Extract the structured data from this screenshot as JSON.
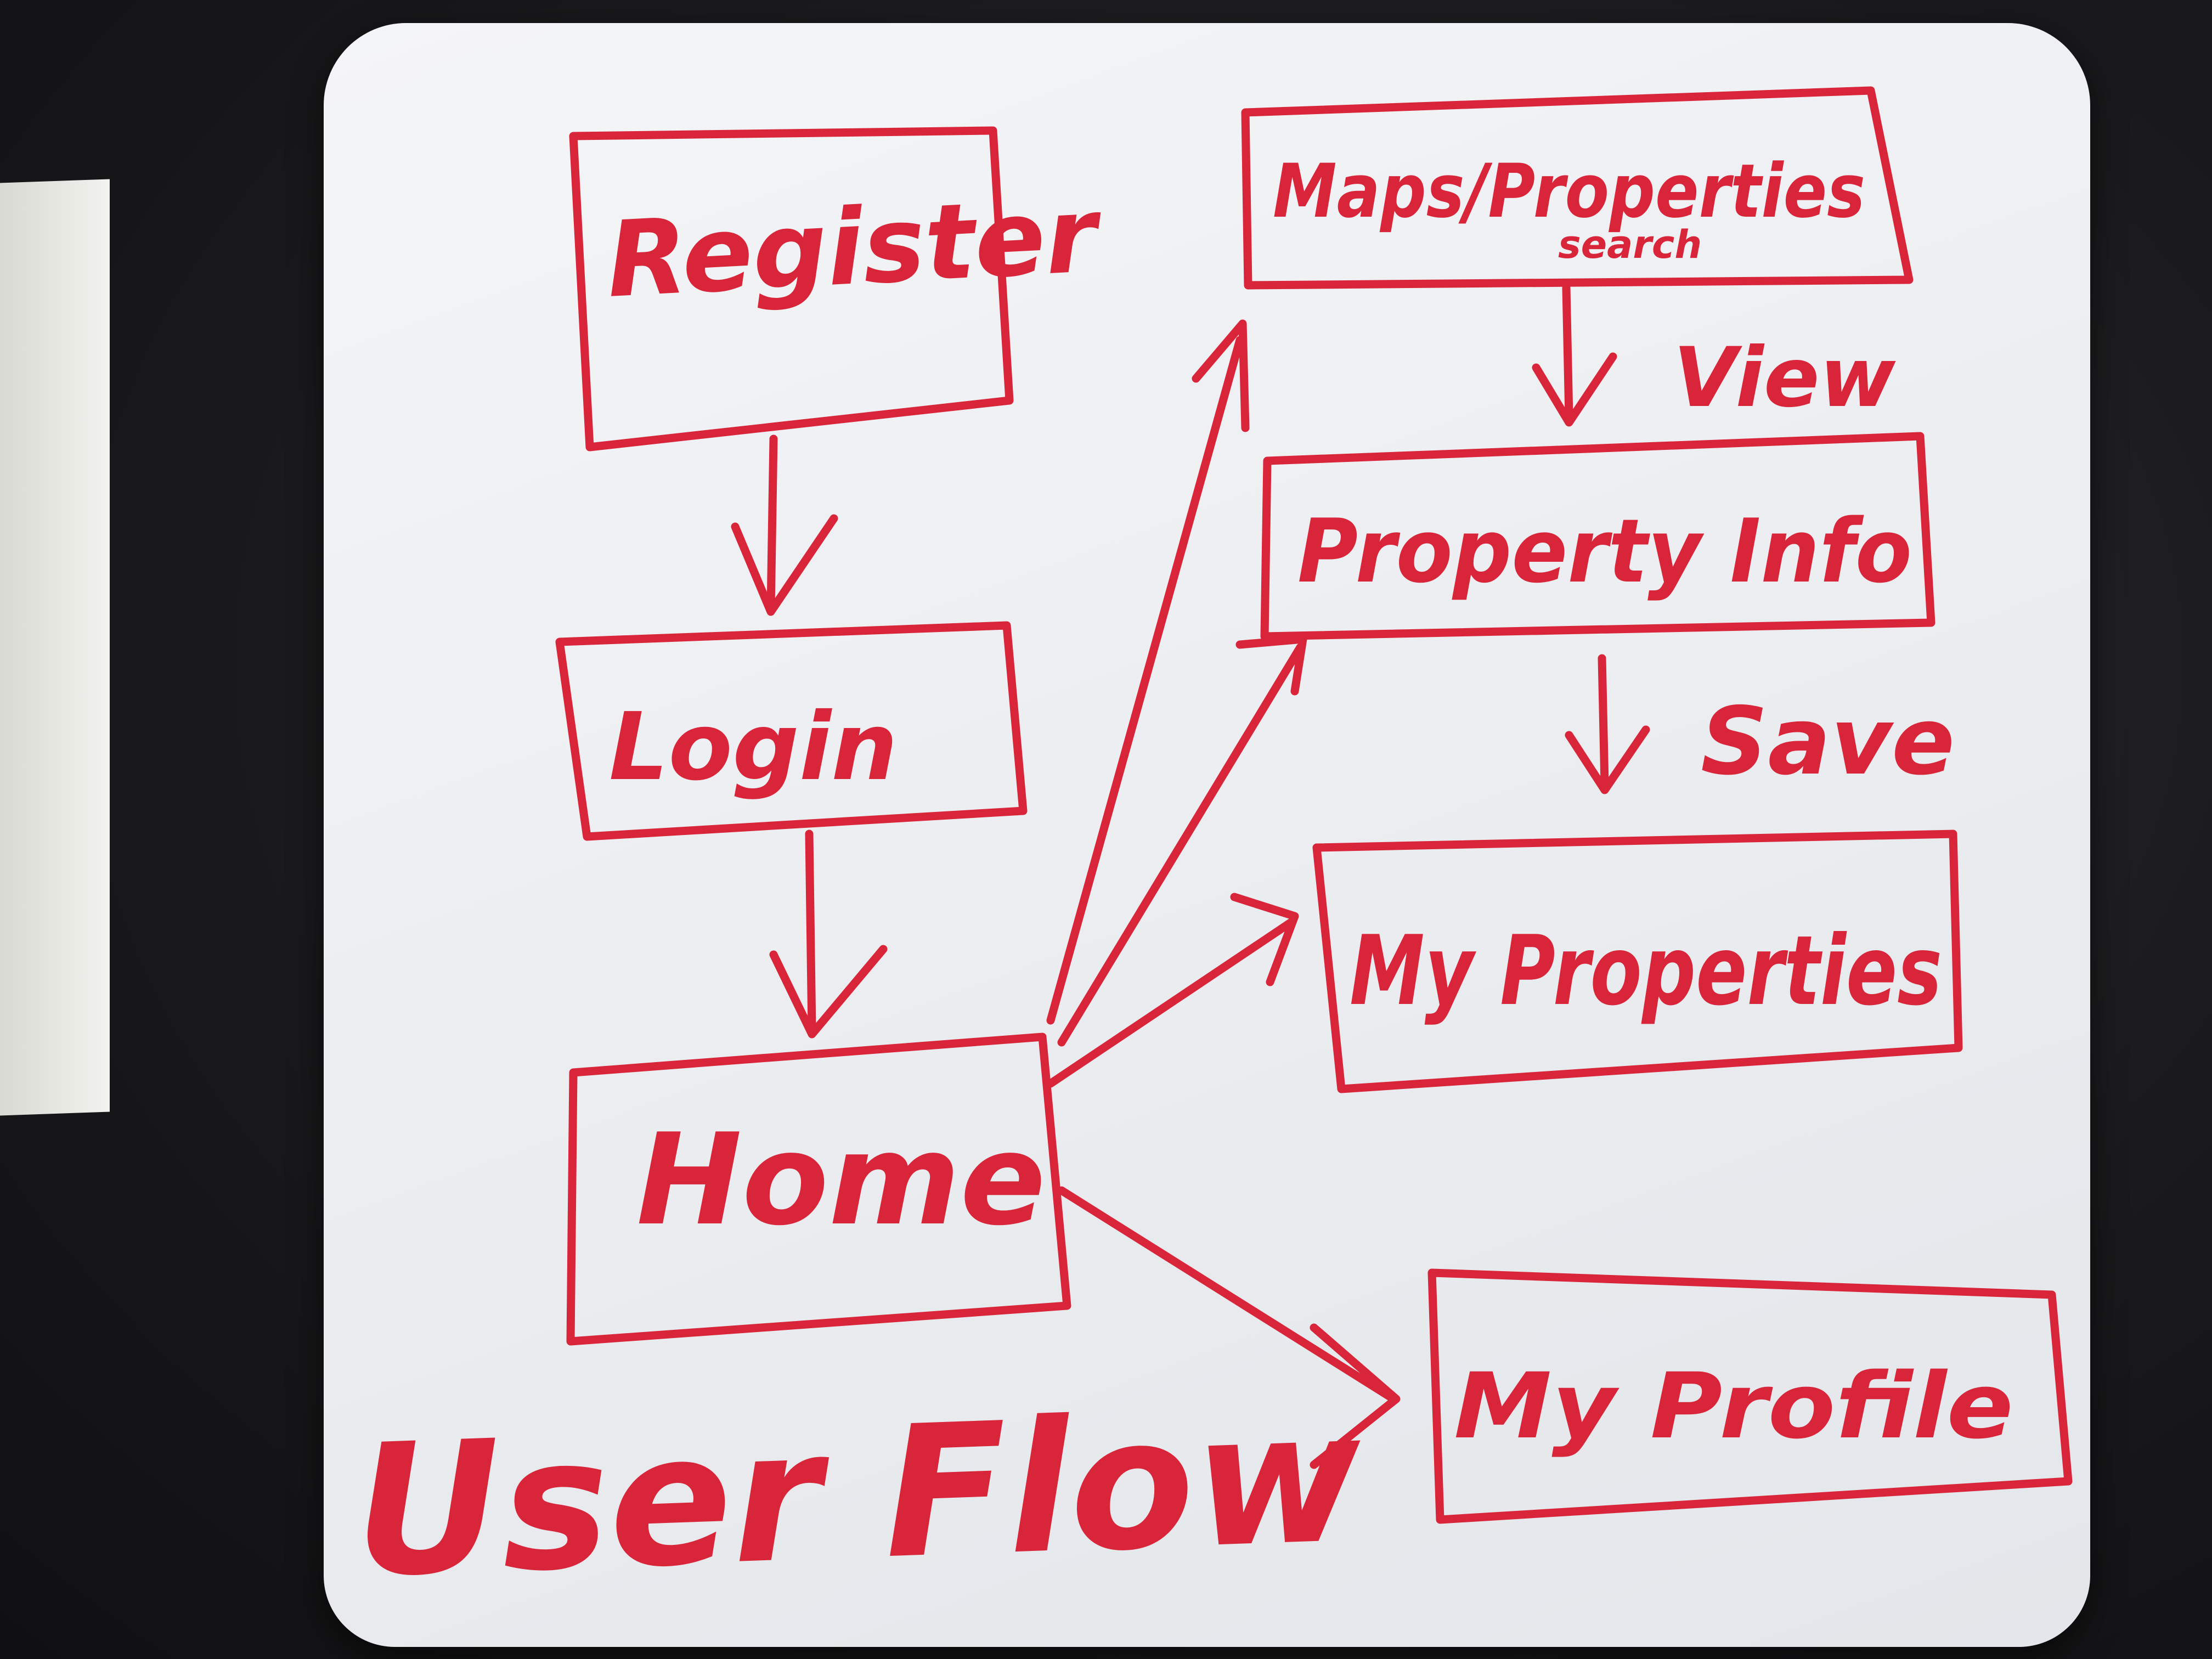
{
  "diagram": {
    "title": "User Flow",
    "ink_color": "#d9253a",
    "board_color": "#eceef1",
    "nodes": [
      {
        "id": "register",
        "label": "Register"
      },
      {
        "id": "login",
        "label": "Login"
      },
      {
        "id": "home",
        "label": "Home"
      },
      {
        "id": "maps",
        "label": "Maps/Properties",
        "sublabel": "search"
      },
      {
        "id": "property-info",
        "label": "Property Info"
      },
      {
        "id": "my-properties",
        "label": "My Properties"
      },
      {
        "id": "my-profile",
        "label": "My Profile"
      }
    ],
    "edges": [
      {
        "from": "register",
        "to": "login",
        "label": ""
      },
      {
        "from": "login",
        "to": "home",
        "label": ""
      },
      {
        "from": "home",
        "to": "maps",
        "label": ""
      },
      {
        "from": "home",
        "to": "property-info",
        "label": ""
      },
      {
        "from": "home",
        "to": "my-properties",
        "label": ""
      },
      {
        "from": "home",
        "to": "my-profile",
        "label": ""
      },
      {
        "from": "maps",
        "to": "property-info",
        "label": "View"
      },
      {
        "from": "property-info",
        "to": "my-properties",
        "label": "Save"
      }
    ]
  }
}
